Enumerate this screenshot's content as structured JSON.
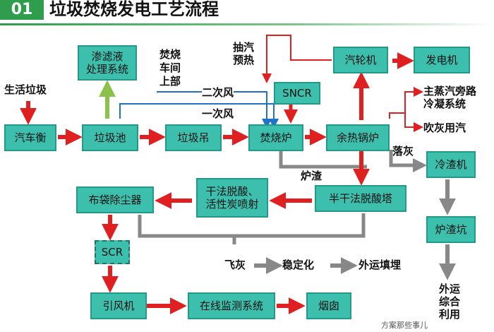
{
  "header": {
    "badge": "01",
    "title": "垃圾焚烧发电工艺流程"
  },
  "nodes": {
    "truck_scale": "汽车衡",
    "garbage_pit": "垃圾池",
    "garbage_crane": "垃圾吊",
    "incinerator": "焚烧炉",
    "waste_heat_boiler": "余热锅炉",
    "leachate": "渗滤液\n处理系统",
    "sncr": "SNCR",
    "turbine": "汽轮机",
    "generator": "发电机",
    "slag_cooler": "冷渣机",
    "slag_pit": "炉渣坑",
    "semi_dry_tower": "半干法脱酸塔",
    "dry_deacid": "干法脱酸、\n活性炭喷射",
    "baghouse": "布袋除尘器",
    "scr": "SCR",
    "id_fan": "引风机",
    "cems": "在线监测系统",
    "chimney": "烟囱"
  },
  "labels": {
    "domestic_waste": "生活垃圾",
    "workshop_top": "焚烧\n车间\n上部",
    "secondary_air": "二次风",
    "primary_air": "一次风",
    "extraction": "抽汽\n预热",
    "main_steam": "主蒸汽旁路\n冷凝系统",
    "soot_blow": "吹灰用汽",
    "falling_ash": "落灰",
    "slag": "炉渣",
    "fly_ash": "飞灰",
    "stabilization": "稳定化",
    "landfill": "外运填埋",
    "reuse": "外运\n综合\n利用"
  },
  "watermark": "方案那些事儿",
  "colors": {
    "box_fill": "#3dbfae",
    "arrow_red": "#e02020",
    "arrow_gray": "#888888",
    "arrow_green": "#8bc34a",
    "line_blue": "#1e73c8",
    "header_green": "#2e9e4c"
  }
}
